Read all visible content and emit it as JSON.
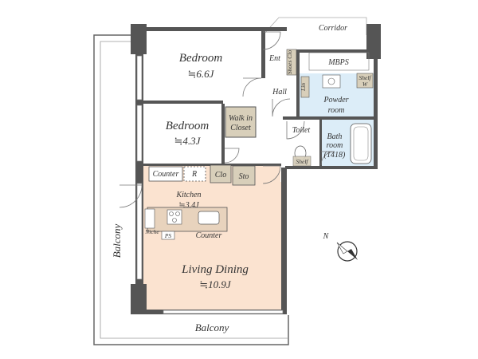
{
  "rooms": {
    "bedroom1": {
      "name": "Bedroom",
      "size": "≒6.6J"
    },
    "bedroom2": {
      "name": "Bedroom",
      "size": "≒4.3J"
    },
    "walkin": {
      "line1": "Walk in",
      "line2": "Closet"
    },
    "kitchen": {
      "name": "Kitchen",
      "size": "≒3.4J"
    },
    "living": {
      "name": "Living Dining",
      "size": "≒10.9J"
    },
    "powder": {
      "line1": "Powder",
      "line2": "room"
    },
    "bath": {
      "line1": "Bath",
      "line2": "room",
      "line3": "(1418)"
    },
    "toilet": {
      "name": "Toilet"
    },
    "hall": {
      "name": "Hall"
    },
    "entrance": {
      "name": "Ent"
    }
  },
  "fixtures": {
    "counter_upper": "Counter",
    "fridge": "R",
    "closet": "Clo",
    "storage": "Sto",
    "counter_lower": "Counter",
    "niche": "Niche",
    "ps": "PS",
    "shoes_closet": "Shoes Clo",
    "linen": "Lin",
    "shelf": "Shelf",
    "toilet_shelf": "Shelf"
  },
  "exterior": {
    "corridor": "Corridor",
    "mbps": "MBPS",
    "balcony_side": "Balcony",
    "balcony_bottom": "Balcony"
  },
  "compass": {
    "label": "N"
  },
  "colors": {
    "wall": "#555555",
    "living": "#fbe3d0",
    "wet": "#dcedf8",
    "storage": "#d8cfba",
    "floor": "#ffffff"
  }
}
